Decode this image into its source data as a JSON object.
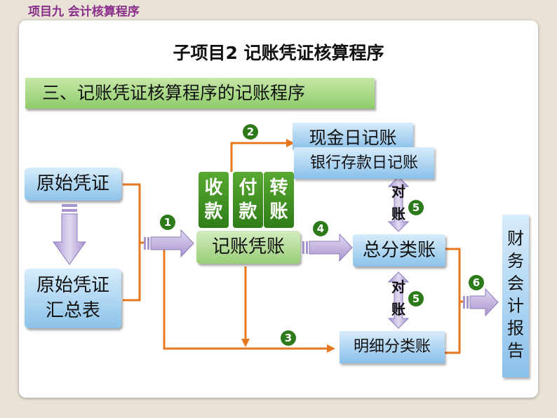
{
  "header": {
    "label": "项目九 会计核算程序"
  },
  "title": "子项目2  记账凭证核算程序",
  "section": "三、记账凭证核算程序的记账程序",
  "nodes": {
    "original_voucher": "原始凭证",
    "voucher_summary_line1": "原始凭证",
    "voucher_summary_line2": "汇总表",
    "receipt_top": "收",
    "receipt_bottom": "款",
    "payment_top": "付",
    "payment_bottom": "款",
    "transfer_top": "转",
    "transfer_bottom": "账",
    "bookkeeping_voucher": "记账凭账",
    "cash_journal": "现金日记账",
    "bank_journal": "银行存款日记账",
    "general_ledger": "总分类账",
    "subsidiary_ledger": "明细分类账",
    "report_chars": [
      "财",
      "务",
      "会",
      "计",
      "报",
      "告"
    ]
  },
  "reconcile": {
    "top": "对",
    "bottom": "账"
  },
  "steps": [
    "1",
    "2",
    "3",
    "4",
    "5",
    "6"
  ],
  "colors": {
    "orange": "#e6771e",
    "arrow_purple": "#b8a8d8",
    "step_green": "#2c7a1a"
  }
}
